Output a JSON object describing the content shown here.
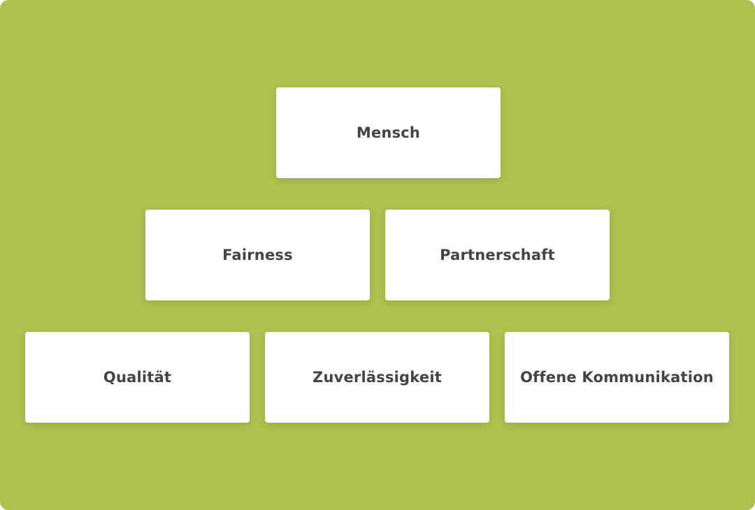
{
  "colors": {
    "background": "#afc14f",
    "card": "#ffffff",
    "text": "#444444"
  },
  "pyramid": {
    "top": {
      "label": "Mensch"
    },
    "middle": [
      {
        "label": "Fairness"
      },
      {
        "label": "Partnerschaft"
      }
    ],
    "bottom": [
      {
        "label": "Qualität"
      },
      {
        "label": "Zuverlässigkeit"
      },
      {
        "label": "Offene Kommunikation"
      }
    ]
  }
}
